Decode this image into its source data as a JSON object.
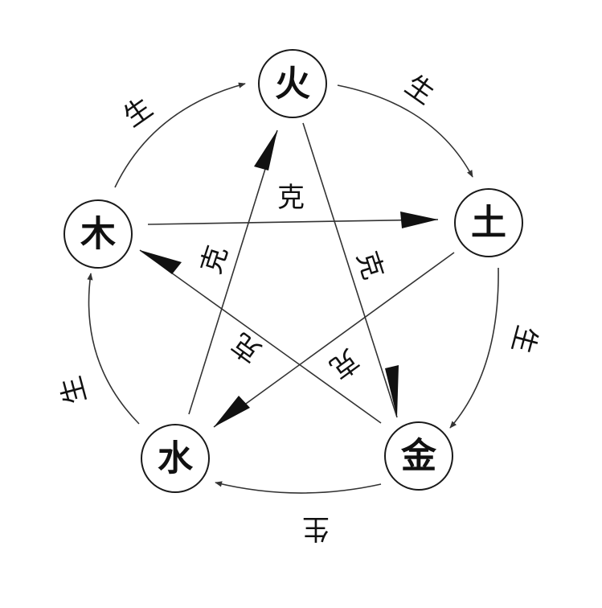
{
  "elements": {
    "fire": "火",
    "earth": "土",
    "metal": "金",
    "water": "水",
    "wood": "木"
  },
  "generate_label": "生",
  "control_label": "克"
}
